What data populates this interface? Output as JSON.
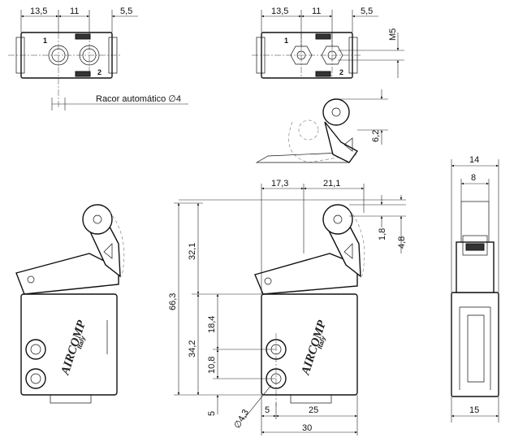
{
  "drawing": {
    "note_fitting": "Racor automático ∅4",
    "brand": "AIRCOMP",
    "brand_sub": "Italy",
    "port_1": "1",
    "port_2": "2",
    "dims": {
      "top_left_a": "13,5",
      "top_left_b": "11",
      "top_left_c": "5,5",
      "top_right_a": "13,5",
      "top_right_b": "11",
      "top_right_c": "5,5",
      "thread": "M5",
      "lever_gap": "6,2",
      "main_w1": "17,3",
      "main_w2": "21,1",
      "roller_a": "1,8",
      "roller_b": "4,8",
      "total_h": "66,3",
      "upper_h": "32,1",
      "lower_h": "34,2",
      "mid_h": "18,4",
      "hole_h": "10,8",
      "bottom_5": "5",
      "hole_d": "∅4,3",
      "base_5": "5",
      "base_25": "25",
      "base_30": "30",
      "side_14": "14",
      "side_8": "8",
      "side_15": "15"
    }
  },
  "colors": {
    "line": "#111111",
    "shade": "#333333",
    "hidden": "#888888"
  }
}
